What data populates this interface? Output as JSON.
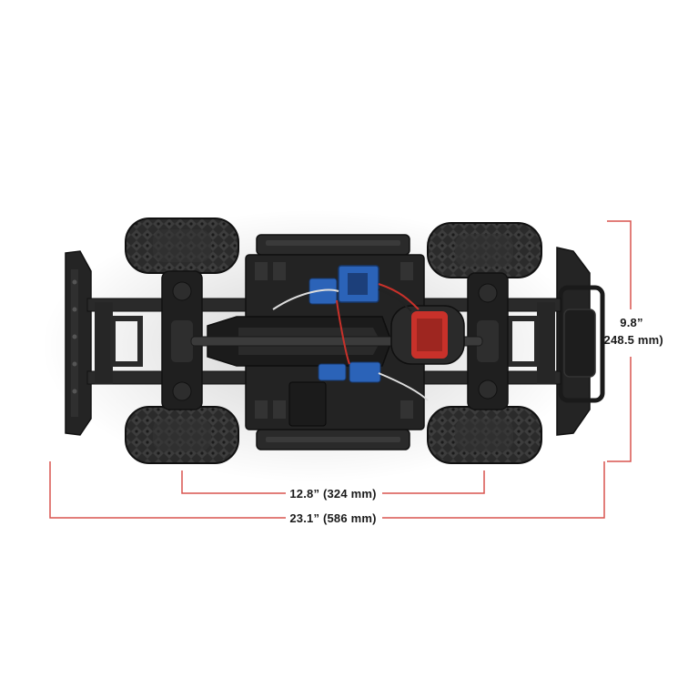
{
  "dimensions": {
    "wheelbase": "12.8” (324 mm)",
    "overall_length": "23.1” (586 mm)",
    "width_in": "9.8”",
    "width_mm": "(248.5 mm)"
  },
  "colors": {
    "dimension_line": "#d9534f",
    "chassis": "#1e1e1e",
    "tire": "#2a2a2a",
    "esc_blue": "#2b63b8",
    "motor_red": "#c8312a"
  }
}
